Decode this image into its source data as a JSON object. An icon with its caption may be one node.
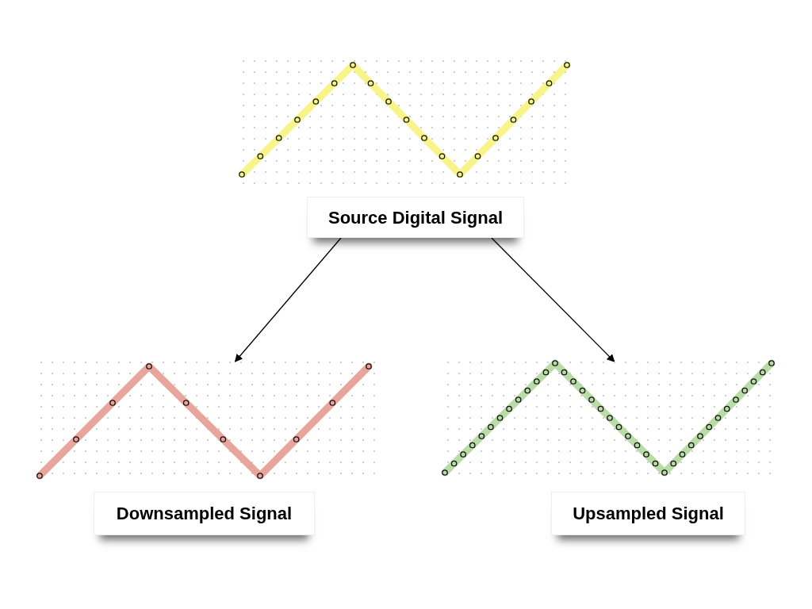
{
  "diagram": {
    "nodes": [
      {
        "text": [
          "Source Digital Signal"
        ]
      },
      {
        "text": [],
        "shape": "picture"
      },
      {
        "text": [
          "Downsampled Signal"
        ]
      },
      {
        "text": [],
        "shape": "picture"
      },
      {
        "text": [
          "Upsampled Signal"
        ]
      }
    ],
    "edges": [
      {
        "from": 0,
        "to": 1,
        "arrow": "to"
      },
      {
        "from": 0,
        "to": 3,
        "arrow": "to"
      }
    ]
  }
}
